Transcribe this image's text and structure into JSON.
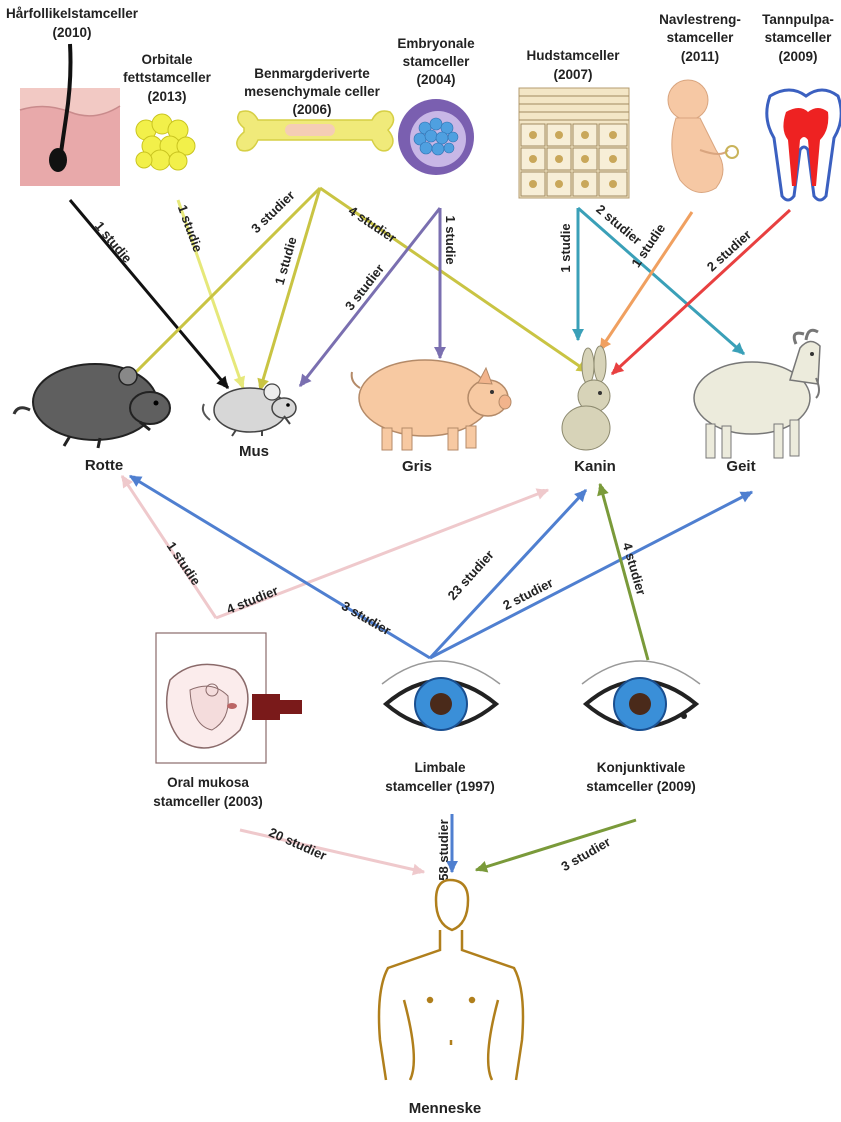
{
  "sources": {
    "harfollikel": {
      "line1": "Hårfollikelstamceller",
      "line2": "(2010)",
      "icon": "hair-follicle-icon"
    },
    "orbitale": {
      "line1": "Orbitale",
      "line2": "fettstamceller",
      "line3": "(2013)",
      "icon": "fat-cells-icon"
    },
    "benmarg": {
      "line1": "Benmargderiverte",
      "line2": "mesenchymale celler",
      "line3": "(2006)",
      "icon": "bone-icon"
    },
    "embryonale": {
      "line1": "Embryonale",
      "line2": "stamceller",
      "line3": "(2004)",
      "icon": "embryo-cell-icon"
    },
    "hud": {
      "line1": "Hudstamceller",
      "line2": "(2007)",
      "icon": "skin-cells-icon"
    },
    "navlestreng": {
      "line1": "Navlestreng-",
      "line2": "stamceller",
      "line3": "(2011)",
      "icon": "fetus-icon"
    },
    "tannpulpa": {
      "line1": "Tannpulpa-",
      "line2": "stamceller",
      "line3": "(2009)",
      "icon": "tooth-icon"
    },
    "oral": {
      "line1": "Oral mukosa",
      "line2": "stamceller (2003)",
      "icon": "mouth-icon"
    },
    "limbale": {
      "line1": "Limbale",
      "line2": "stamceller (1997)",
      "icon": "eye-icon"
    },
    "konjunktivale": {
      "line1": "Konjunktivale",
      "line2": "stamceller (2009)",
      "icon": "eye-icon"
    }
  },
  "animals": {
    "rotte": {
      "label": "Rotte",
      "icon": "rat-icon"
    },
    "mus": {
      "label": "Mus",
      "icon": "mouse-icon"
    },
    "gris": {
      "label": "Gris",
      "icon": "pig-icon"
    },
    "kanin": {
      "label": "Kanin",
      "icon": "rabbit-icon"
    },
    "geit": {
      "label": "Geit",
      "icon": "goat-icon"
    },
    "menneske": {
      "label": "Menneske",
      "icon": "human-icon"
    }
  },
  "edges": [
    {
      "from": "Hårfollikelstamceller",
      "to": "Mus",
      "label": "1 studie",
      "color": "#111111"
    },
    {
      "from": "Orbitale fettstamceller",
      "to": "Mus",
      "label": "1 studie",
      "color": "#e6e87a"
    },
    {
      "from": "Benmargderiverte mesenchymale celler",
      "to": "Rotte",
      "label": "3 studier",
      "color": "#c9c443"
    },
    {
      "from": "Benmargderiverte mesenchymale celler",
      "to": "Mus",
      "label": "1 studie",
      "color": "#c9c443"
    },
    {
      "from": "Benmargderiverte mesenchymale celler",
      "to": "Kanin",
      "label": "4 studier",
      "color": "#c9c443"
    },
    {
      "from": "Embryonale stamceller",
      "to": "Mus",
      "label": "3 studier",
      "color": "#7a6fb0"
    },
    {
      "from": "Embryonale stamceller",
      "to": "Gris",
      "label": "1 studie",
      "color": "#7a6fb0"
    },
    {
      "from": "Hudstamceller",
      "to": "Kanin",
      "label": "1 studie",
      "color": "#3aa0b8"
    },
    {
      "from": "Hudstamceller",
      "to": "Geit",
      "label": "2 studier",
      "color": "#3aa0b8"
    },
    {
      "from": "Navlestrengstamceller",
      "to": "Kanin",
      "label": "1 studie",
      "color": "#f0a060"
    },
    {
      "from": "Tannpulpastamceller",
      "to": "Kanin",
      "label": "2 studier",
      "color": "#e84040"
    },
    {
      "from": "Oral mukosa stamceller",
      "to": "Rotte",
      "label": "1 studie",
      "color": "#efc9cc"
    },
    {
      "from": "Oral mukosa stamceller",
      "to": "Kanin",
      "label": "4 studier",
      "color": "#efc9cc"
    },
    {
      "from": "Limbale stamceller",
      "to": "Rotte",
      "label": "3 studier",
      "color": "#4f7fd0"
    },
    {
      "from": "Limbale stamceller",
      "to": "Kanin",
      "label": "23 studier",
      "color": "#4f7fd0"
    },
    {
      "from": "Limbale stamceller",
      "to": "Geit",
      "label": "2 studier",
      "color": "#4f7fd0"
    },
    {
      "from": "Konjunktivale stamceller",
      "to": "Kanin",
      "label": "4 studier",
      "color": "#7a9a3a"
    },
    {
      "from": "Oral mukosa stamceller",
      "to": "Menneske",
      "label": "20 studier",
      "color": "#efc9cc"
    },
    {
      "from": "Limbale stamceller",
      "to": "Menneske",
      "label": "58 studier",
      "color": "#4f7fd0"
    },
    {
      "from": "Konjunktivale stamceller",
      "to": "Menneske",
      "label": "3 studier",
      "color": "#7a9a3a"
    }
  ]
}
